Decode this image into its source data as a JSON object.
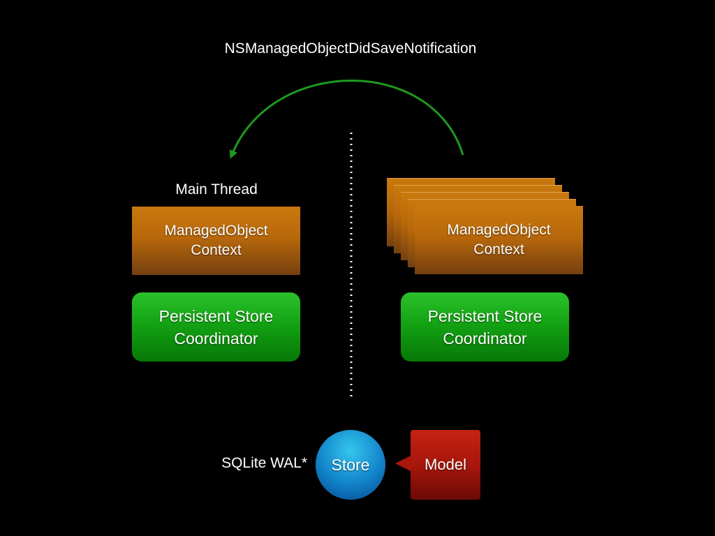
{
  "notification": {
    "label": "NSManagedObjectDidSaveNotification"
  },
  "main_thread": {
    "label": "Main Thread",
    "moc_label": "ManagedObject\nContext",
    "psc_label": "Persistent Store\nCoordinator"
  },
  "background": {
    "moc_label": "ManagedObject\nContext",
    "psc_label": "Persistent Store\nCoordinator"
  },
  "store": {
    "type_label": "SQLite WAL*",
    "label": "Store"
  },
  "model": {
    "label": "Model"
  },
  "colors": {
    "moc": "#b8680a",
    "psc": "#13a313",
    "store": "#1283c9",
    "model": "#a8160c",
    "arrow": "#1e9a1e"
  }
}
